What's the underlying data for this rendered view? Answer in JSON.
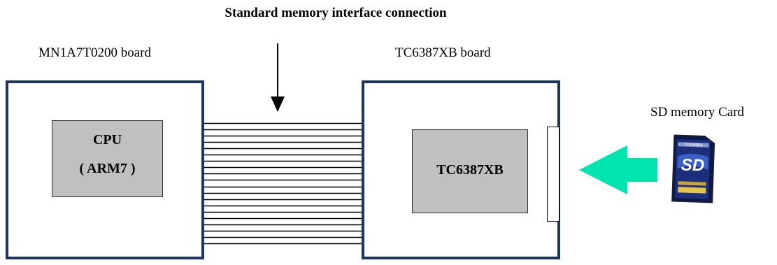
{
  "diagram": {
    "title": "Standard memory interface connection",
    "left_board": {
      "label": "MN1A7T0200 board",
      "chip_line1": "CPU",
      "chip_line2": "( ARM7 )"
    },
    "right_board": {
      "label": "TC6387XB board",
      "chip_label": "TC6387XB"
    },
    "sd_card": {
      "label": "SD memory Card",
      "card_brand": "TOSHIBA",
      "card_logo": "SD"
    },
    "colors": {
      "board_border": "#1a3566",
      "chip_fill": "#c0c0c0",
      "insert_arrow": "#00e5b0",
      "bus_lines": "#000000"
    },
    "bus_line_count": 20
  }
}
